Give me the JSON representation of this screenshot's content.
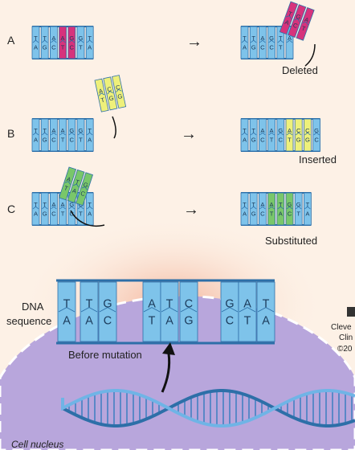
{
  "rows": [
    {
      "label": "A",
      "caption": "Deleted",
      "before": [
        "T",
        "A",
        "T",
        "G",
        "A",
        "C",
        "A",
        "T",
        "G",
        "C",
        "G",
        "T",
        "T",
        "A"
      ],
      "after": [
        "T",
        "A",
        "T",
        "G",
        "A",
        "C",
        "G",
        "C",
        "T",
        "T",
        "A"
      ],
      "moved": [
        "T",
        "A",
        "G",
        "C",
        "A",
        "T"
      ],
      "moved_color": "pink"
    },
    {
      "label": "B",
      "caption": "Inserted",
      "before": [
        "T",
        "A",
        "T",
        "G",
        "A",
        "C",
        "A",
        "T",
        "G",
        "C",
        "G",
        "T",
        "T",
        "A"
      ],
      "after": [
        "T",
        "A",
        "T",
        "G",
        "A",
        "C",
        "A",
        "T",
        "G",
        "C",
        "A",
        "T",
        "C",
        "G",
        "C",
        "G",
        "G",
        "C"
      ],
      "moved": [
        "A",
        "T",
        "C",
        "G",
        "C",
        "G"
      ],
      "moved_color": "yellow"
    },
    {
      "label": "C",
      "caption": "Substituted",
      "before": [
        "T",
        "A",
        "T",
        "G",
        "A",
        "C",
        "A",
        "T",
        "G",
        "C",
        "G",
        "T",
        "T",
        "A"
      ],
      "after": [
        "T",
        "A",
        "T",
        "G",
        "A",
        "C",
        "A",
        "T",
        "T",
        "A",
        "G",
        "C",
        "G",
        "T",
        "T",
        "A"
      ],
      "moved": [
        "A",
        "T",
        "T",
        "A",
        "G",
        "C"
      ],
      "moved_color": "green"
    }
  ],
  "arrow_glyph": "→",
  "dna_label_line1": "DNA",
  "dna_label_line2": "sequence",
  "big_sequence": [
    [
      "T",
      "A"
    ],
    [
      "T",
      "A"
    ],
    [
      "G",
      "C"
    ],
    [
      "A",
      "T"
    ],
    [
      "T",
      "A"
    ],
    [
      "C",
      "G"
    ],
    [
      "G",
      "C"
    ],
    [
      "A",
      "T"
    ],
    [
      "T",
      "A"
    ]
  ],
  "before_mutation": "Before mutation",
  "nucleus_label": "Cell nucleus",
  "watermark": [
    "Cleve",
    "Clin",
    "©20"
  ],
  "colors": {
    "blue": "#7ec3ea",
    "pink": "#d6337c",
    "yellow": "#eef07a",
    "green": "#79c76a",
    "nucleus": "#b8a6dc"
  }
}
